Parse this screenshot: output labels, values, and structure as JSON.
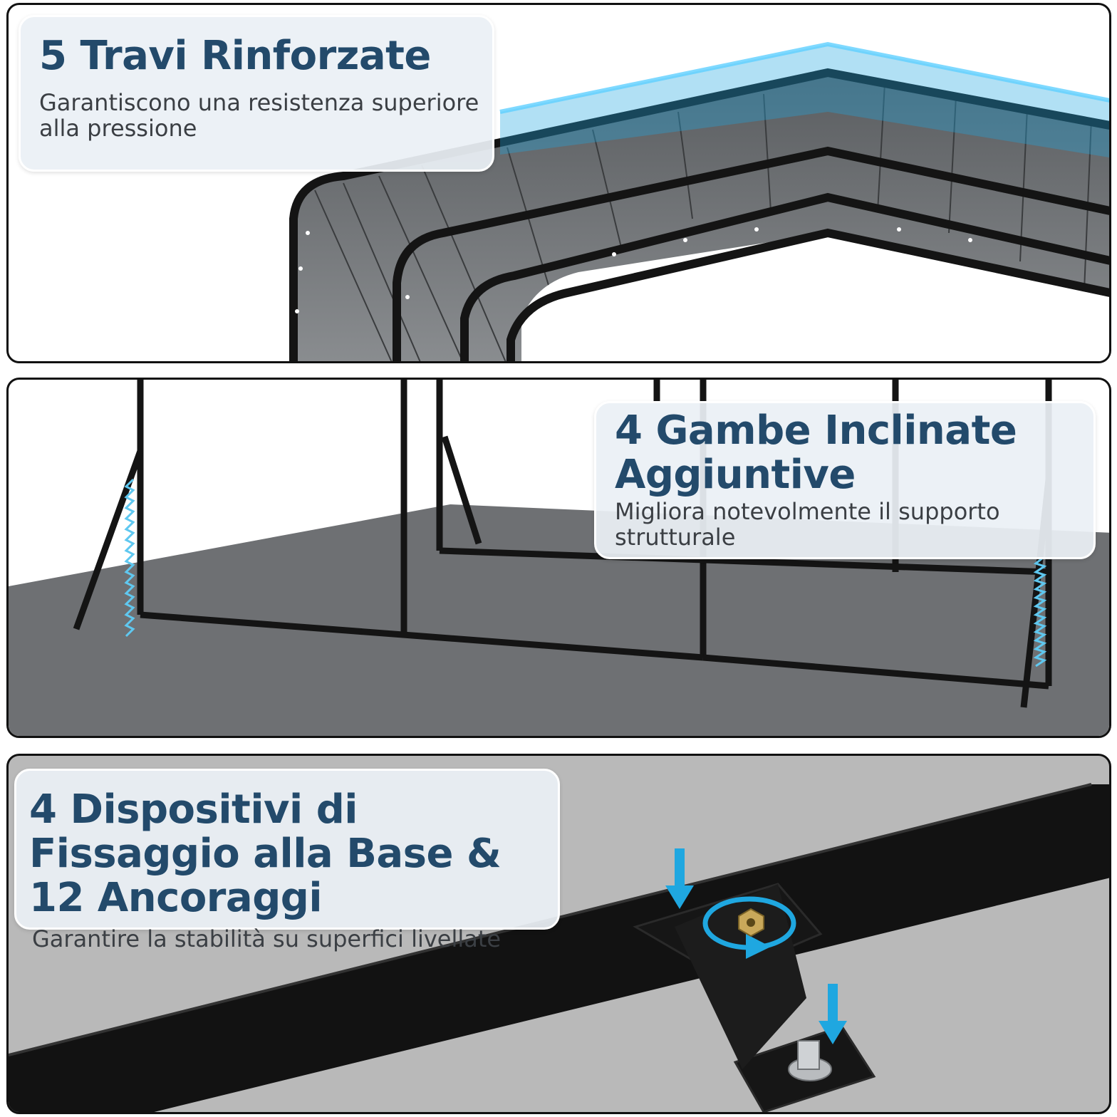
{
  "panels": [
    {
      "title": "5 Travi Rinforzate",
      "subtitle": "Garantiscono una resistenza superiore alla pressione"
    },
    {
      "title": "4 Gambe Inclinate Aggiuntive",
      "subtitle": "Migliora notevolmente il supporto strutturale"
    },
    {
      "title": "4 Dispositivi di Fissaggio alla Base & 12 Ancoraggi",
      "subtitle": "Garantire la stabilità su superfici livellate"
    }
  ],
  "colors": {
    "title": "#234a6b",
    "subtitle": "#3b3f44",
    "accent": "#1fa7e0",
    "frame": "#111111"
  },
  "icons": [
    "spring-icon",
    "arrow-down-icon",
    "rotate-arrow-icon",
    "bolt-icon",
    "nut-icon"
  ]
}
